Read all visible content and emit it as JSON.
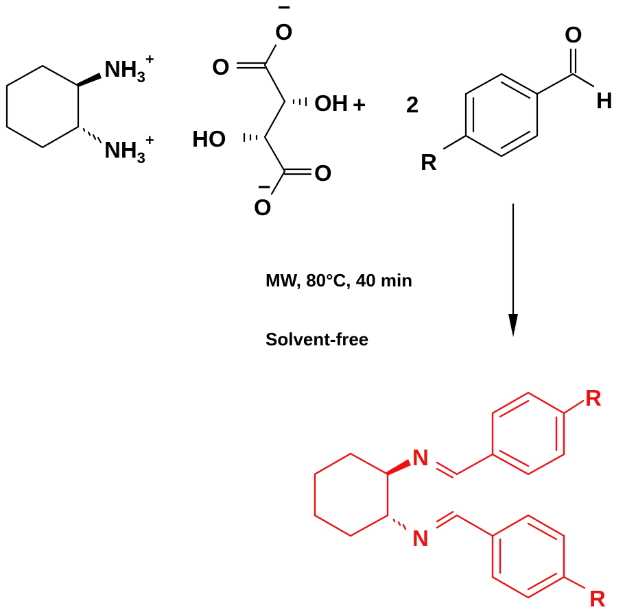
{
  "colors": {
    "reactant": "#000000",
    "product": "#ee1111"
  },
  "reactant_diamine": {
    "group_top": "NH",
    "sub_top": "3",
    "charge_top": "+",
    "group_bottom": "NH",
    "sub_bottom": "3",
    "charge_bottom": "+"
  },
  "reactant_tartrate": {
    "o_top": "O",
    "o_top_charge": "–",
    "o_carbonyl_top": "O",
    "oh_right": "OH",
    "ho_left": "HO",
    "o_carbonyl_bottom": "O",
    "o_bottom": "O",
    "o_bottom_charge": "–"
  },
  "plus_sign": "+",
  "coefficient": "2",
  "reactant_aldehyde": {
    "o": "O",
    "h": "H",
    "r": "R"
  },
  "conditions": {
    "line1": "MW, 80°C, 40 min",
    "line2": "Solvent-free"
  },
  "product": {
    "n_top": "N",
    "n_bottom": "N",
    "r_top": "R",
    "r_bottom": "R"
  }
}
